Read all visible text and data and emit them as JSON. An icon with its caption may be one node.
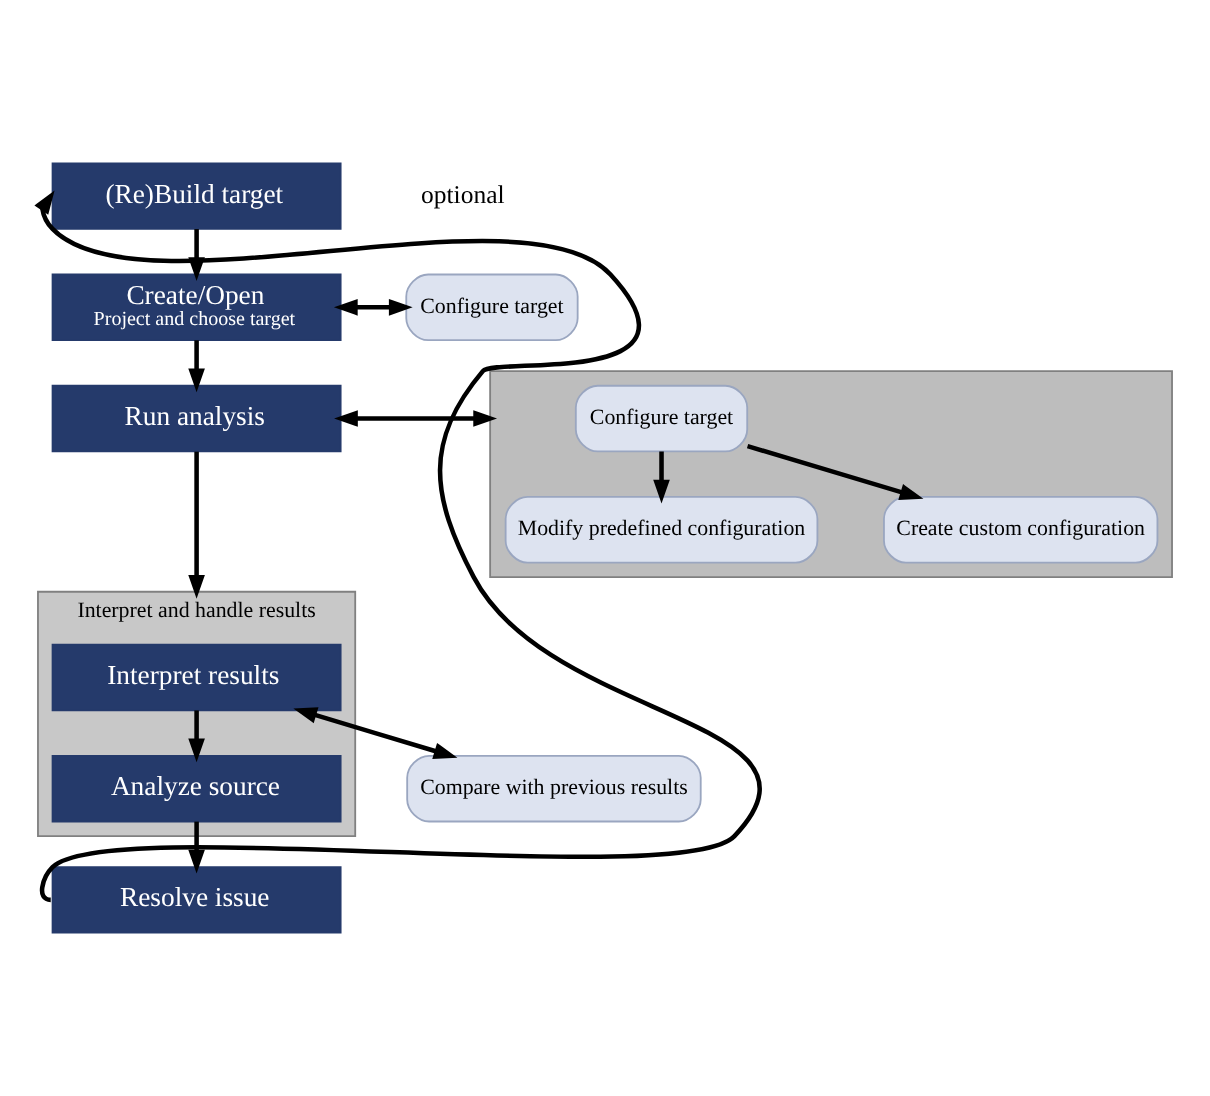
{
  "diagram": {
    "nodes": [
      {
        "text": [
          "(Re)Build target"
        ]
      },
      {
        "text": [
          "Create/Open",
          "Project and choose target"
        ]
      },
      {
        "text": [
          "Run analysis"
        ]
      },
      {
        "text": [
          "Interpret and handle results"
        ]
      },
      {
        "text": [
          "Interpret results"
        ],
        "in": 3
      },
      {
        "text": [
          "Analyze source"
        ],
        "in": 3
      },
      {
        "text": [
          "Resolve issue"
        ]
      },
      {
        "text": [
          "Configure target"
        ]
      },
      {
        "text": [],
        "shape": "box"
      },
      {
        "text": [
          "Configure target"
        ],
        "in": 8
      },
      {
        "text": [
          "Modify predefined configuration"
        ],
        "in": 8
      },
      {
        "text": [
          "Create custom configuration"
        ],
        "in": 8
      },
      {
        "text": [
          "Compare with previous results"
        ]
      }
    ],
    "edges": [
      {
        "from": 0,
        "to": 1,
        "arrow": "to"
      },
      {
        "from": 1,
        "to": 2,
        "arrow": "to"
      },
      {
        "from": 2,
        "to": 3,
        "arrow": "to"
      },
      {
        "from": 4,
        "to": 5,
        "arrow": "to"
      },
      {
        "from": 5,
        "to": 6,
        "arrow": "to"
      },
      {
        "from": 6,
        "to": 0,
        "arrow": "to"
      },
      {
        "from": 1,
        "to": 7,
        "arrow": "both"
      },
      {
        "from": 2,
        "to": 8,
        "arrow": "both"
      },
      {
        "from": 9,
        "to": 10,
        "arrow": "to"
      },
      {
        "from": 9,
        "to": 11,
        "arrow": "to"
      },
      {
        "from": 4,
        "to": 12,
        "arrow": "both"
      }
    ],
    "labels": [
      "optional"
    ]
  }
}
